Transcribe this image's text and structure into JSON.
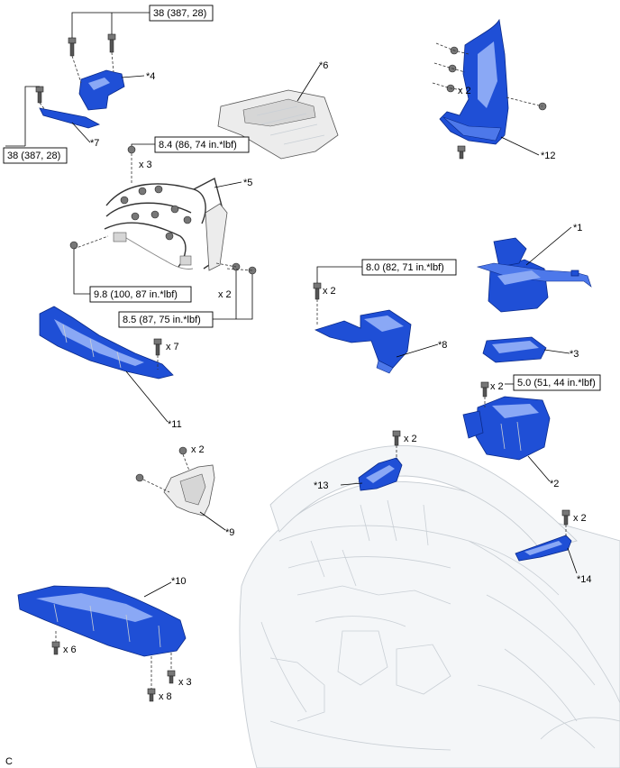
{
  "labels": {
    "p1": "*1",
    "p2": "*2",
    "p3": "*3",
    "p4": "*4",
    "p5": "*5",
    "p6": "*6",
    "p7": "*7",
    "p8": "*8",
    "p9": "*9",
    "p10": "*10",
    "p11": "*11",
    "p12": "*12",
    "p13": "*13",
    "p14": "*14"
  },
  "torques": {
    "t1": "38 (387, 28)",
    "t2": "38 (387, 28)",
    "t3": "8.4 (86, 74 in.*lbf)",
    "t4": "9.8 (100, 87 in.*lbf)",
    "t5": "8.5 (87, 75 in.*lbf)",
    "t6": "8.0 (82, 71 in.*lbf)",
    "t7": "5.0 (51, 44 in.*lbf)"
  },
  "quantities": {
    "q_wire_x3": "x 3",
    "q_wire_x2": "x 2",
    "q_bracket_x2": "x 2",
    "q_duct_x2": "x 2",
    "q_cover_x7": "x 7",
    "q_cleaner_x2": "x 2",
    "q_hinge13_x2": "x 2",
    "q_shield_x2": "x 2",
    "q_hinge14_x2": "x 2",
    "q_under_x6": "x 6",
    "q_under_x3": "x 3",
    "q_under_x8": "x 8"
  },
  "footer": {
    "code": "C"
  }
}
